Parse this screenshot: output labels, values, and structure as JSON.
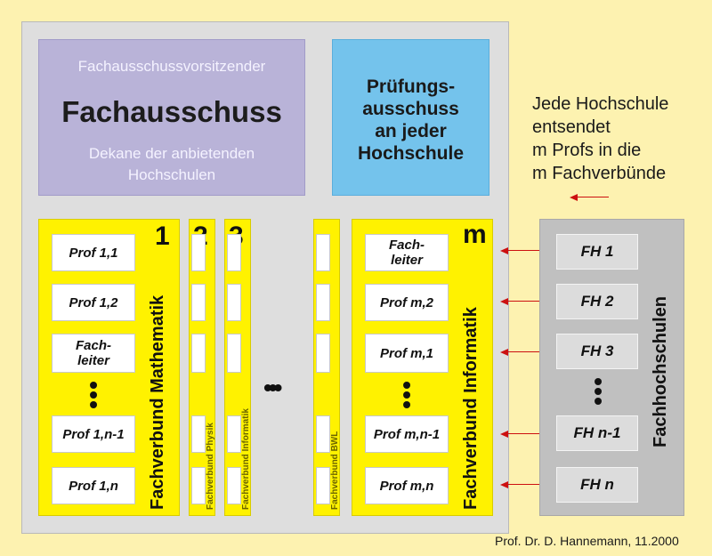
{
  "fachausschuss": {
    "top": "Fachausschussvorsitzender",
    "title": "Fachausschuss",
    "sub": "Dekane der anbietenden\nHochschulen"
  },
  "pruefungsausschuss": "Prüfungs-\nausschuss\nan jeder\nHochschule",
  "fachverbund_1": {
    "number": "1",
    "label": "Fachverbund Mathematik",
    "members": [
      "Prof 1,1",
      "Prof 1,2",
      "Fach-\nleiter",
      "Prof 1,n-1",
      "Prof 1,n"
    ]
  },
  "fachverbund_2": {
    "number": "2",
    "label": "Fachverbund Physik"
  },
  "fachverbund_3": {
    "number": "3",
    "label": "Fachverbund Informatik"
  },
  "fachverbund_bwl": {
    "label": "Fachverbund BWL"
  },
  "fachverbund_m": {
    "number": "m",
    "label": "Fachverbund Informatik",
    "members": [
      "Fach-\nleiter",
      "Prof m,2",
      "Prof m,1",
      "Prof m,n-1",
      "Prof m,n"
    ]
  },
  "ellipsis": "•••",
  "vertical_dots": "•\n•\n•",
  "fachhochschulen": {
    "label": "Fachhochschulen",
    "items": [
      "FH 1",
      "FH 2",
      "FH 3",
      "FH n-1",
      "FH n"
    ]
  },
  "note": "Jede Hochschule\nentsendet\nm Profs in die\nm Fachverbünde",
  "credit": "Prof. Dr. D. Hannemann, 11.2000",
  "colors": {
    "background": "#fdf2b0",
    "panel": "#dedede",
    "fachausschuss": "#b9b3d8",
    "pruefungsausschuss": "#74c3ec",
    "fachverbund": "#fff200",
    "fachhochschulen": "#c0c0c0",
    "arrow": "#cc1010"
  }
}
